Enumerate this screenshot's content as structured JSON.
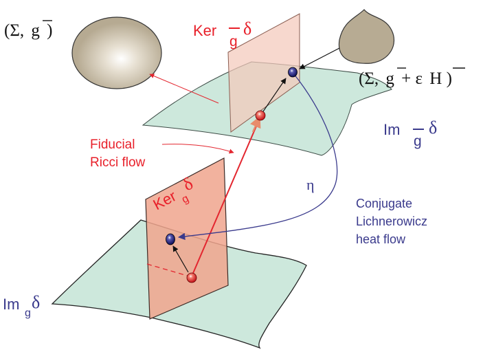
{
  "colors": {
    "red_text": "#e8202a",
    "blue_text": "#3a3a8c",
    "black_text": "#111111",
    "sheet_green": "#cde8dc",
    "plane_pink_light": "#f6d3c9",
    "plane_pink_dark": "#f0a48d",
    "blob_fill": "#b7ab93",
    "arrow_orange": "#e88c6c",
    "point_red": "#e3262f",
    "point_blue": "#1f1f7a"
  },
  "labels": {
    "sigma_g_paren_open": "(Σ,",
    "sigma_g_g": "g",
    "sigma_g_paren_close": ")",
    "ker_bar_word": "Ker",
    "ker_bar_sub": "g",
    "ker_bar_delta": "δ",
    "sigma_perturbed_paren_open": "(Σ,",
    "sigma_perturbed_g": "g",
    "sigma_perturbed_plus": "+ ε",
    "sigma_perturbed_H": "H",
    "sigma_perturbed_paren_close": ")",
    "im_bar_word": "Im",
    "im_bar_sub": "g",
    "im_bar_delta": "δ",
    "fiducial_line1": "Fiducial",
    "fiducial_line2": "Ricci flow",
    "eta": "η",
    "conjugate_line1": "Conjugate",
    "conjugate_line2": "Lichnerowicz",
    "conjugate_line3": "heat flow",
    "ker_word": "Ker",
    "ker_sub": "g",
    "ker_delta": "δ",
    "im_word": "Im",
    "im_sub": "g",
    "im_delta": "δ"
  }
}
